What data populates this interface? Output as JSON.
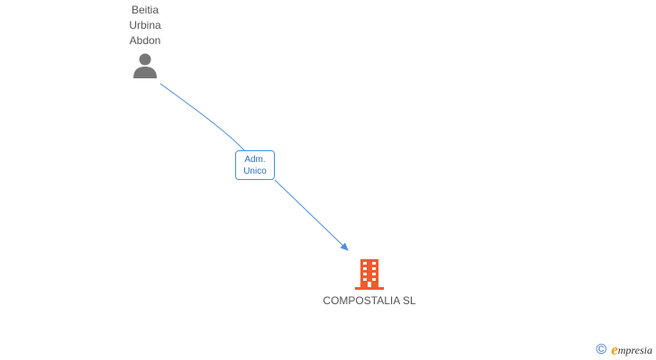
{
  "person": {
    "name_lines": [
      "Beitia",
      "Urbina",
      "Abdon"
    ],
    "icon": "person-icon"
  },
  "relation": {
    "role_lines": [
      "Adm.",
      "Unico"
    ]
  },
  "company": {
    "name": "COMPOSTALIA SL",
    "icon": "building-icon"
  },
  "brand": {
    "symbol": "©",
    "initial": "e",
    "rest": "mpresia"
  },
  "colors": {
    "edge": "#4a8fdd",
    "person_icon": "#777777",
    "company_icon": "#f25a2c",
    "brand_accent": "#f39c12",
    "text": "#555555"
  }
}
